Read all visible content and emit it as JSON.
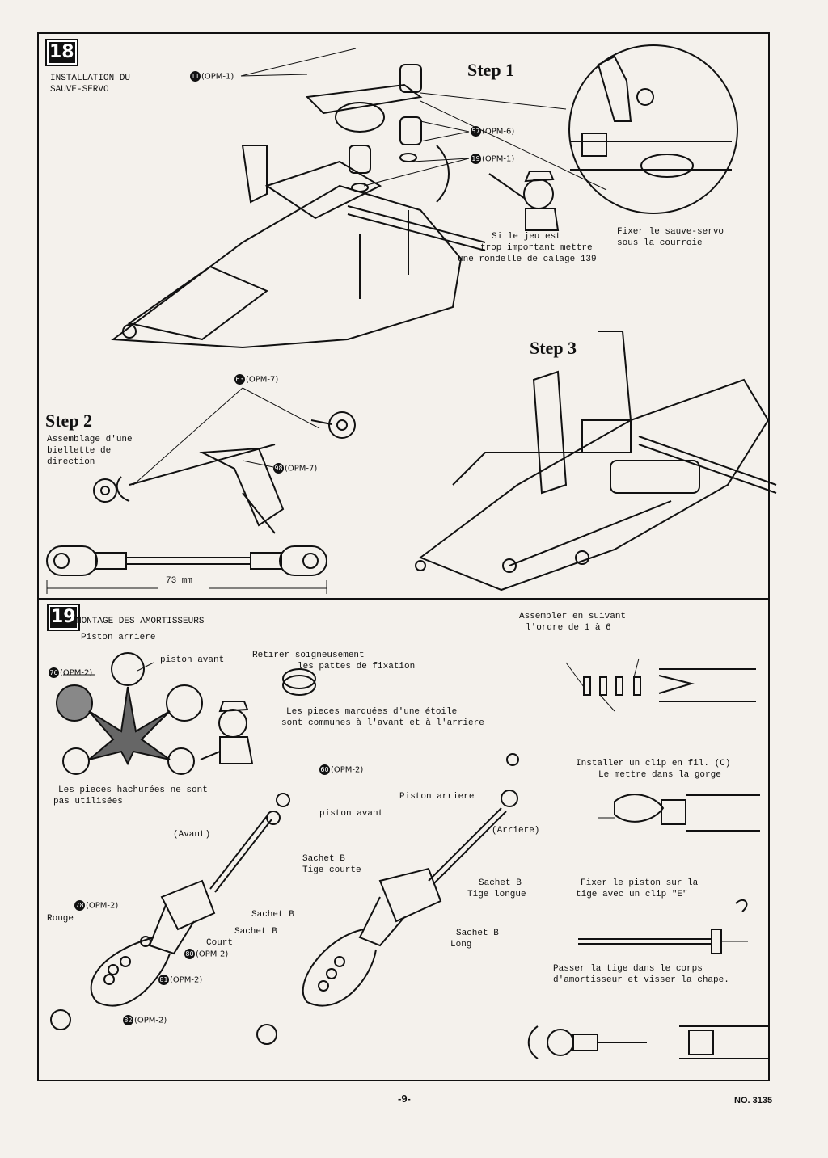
{
  "step18": {
    "number": "18",
    "title_line1": "INSTALLATION DU",
    "title_line2": "SAUVE-SERVO",
    "step1_heading": "Step 1",
    "step2_heading": "Step 2",
    "step3_heading": "Step 3",
    "refs": {
      "r1": "(OPM-1)",
      "r2": "(OPM-6)",
      "r3": "(OPM-1)",
      "r4": "(OPM-7)",
      "r5": "(OPM-7)"
    },
    "shim_note_l1": "Si le jeu est",
    "shim_note_l2": "trop important mettre",
    "shim_note_l3": "une rondelle de calage 139",
    "fix_note_l1": "Fixer le sauve-servo",
    "fix_note_l2": "sous la courroie",
    "step2_note_l1": "Assemblage d'une",
    "step2_note_l2": "biellette de",
    "step2_note_l3": "direction",
    "rod_length": "73 mm"
  },
  "step19": {
    "number": "19",
    "title": "MONTAGE DES AMORTISSEURS",
    "piston_rear": "Piston arriere",
    "piston_front": "piston avant",
    "opm2_ref": "(OPM-2)",
    "remove_l1": "Retirer soigneusement",
    "remove_l2": "les pattes de fixation",
    "star_l1": "Les pieces marquées d'une étoile",
    "star_l2": "sont communes à l'avant et à l'arriere",
    "hatched_l1": "Les pieces hachurées ne sont",
    "hatched_l2": "pas utilisées",
    "order_l1": "Assembler en suivant",
    "order_l2": "l'ordre de 1 à 6",
    "opm2_ref_b": "(OPM-2)",
    "piston_front_b": "piston avant",
    "piston_rear_b": "Piston arriere",
    "avant": "(Avant)",
    "arriere": "(Arriere)",
    "sachet_b_1": "Sachet B",
    "tige_courte": "Tige courte",
    "sachet_b_2": "Sachet B",
    "tige_longue": "Tige longue",
    "rouge": "Rouge",
    "sachet_b_3": "Sachet B",
    "sachet_b_4": "Sachet B",
    "court": "Court",
    "sachet_b_5": "Sachet B",
    "long": "Long",
    "opm2_a": "(OPM-2)",
    "opm2_b": "(OPM-2)",
    "opm2_c": "(OPM-2)",
    "opm2_d": "(OPM-2)",
    "clip_l1": "Installer un clip en fil. (C)",
    "clip_l2": "Le mettre dans la gorge",
    "piston_fix_l1": "Fixer le piston sur la",
    "piston_fix_l2": "tige avec un clip \"E\"",
    "pass_l1": "Passer la tige dans le corps",
    "pass_l2": "d'amortisseur et visser la chape."
  },
  "footer": {
    "page_number": "-9-",
    "doc_number": "NO. 3135"
  }
}
